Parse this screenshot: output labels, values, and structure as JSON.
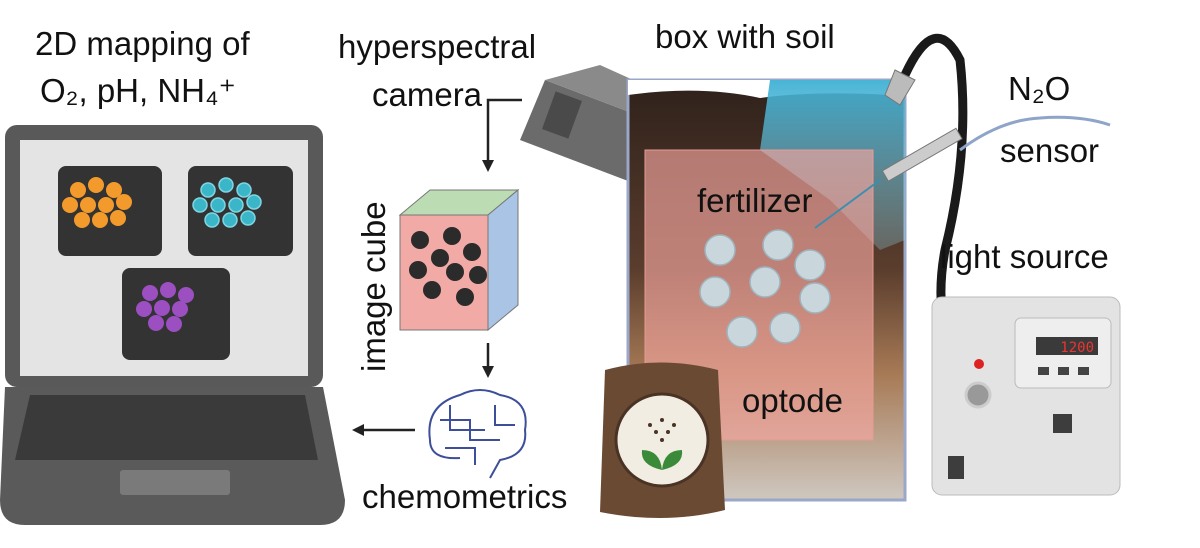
{
  "labels": {
    "mapping_line1": "2D mapping of",
    "mapping_line2": "O₂, pH, NH₄⁺",
    "hyperspectral": "hyperspectral",
    "camera": "camera",
    "image_cube": "image cube",
    "chemometrics": "chemometrics",
    "box_with_soil": "box with soil",
    "n2o": "N₂O",
    "sensor": "sensor",
    "fertilizer": "fertilizer",
    "light_source": "light source",
    "optode": "optode"
  },
  "light_source_display": "1200",
  "colors": {
    "orange_dots": "#f39a2c",
    "teal_dots": "#3bb6c8",
    "purple_dots": "#9b4fc0",
    "cube_front": "#f2aaa6",
    "cube_top": "#bcdcb3",
    "cube_side": "#aac4e6",
    "soil_dark": "#3b2a22",
    "water_blue": "#4fb6d6"
  }
}
